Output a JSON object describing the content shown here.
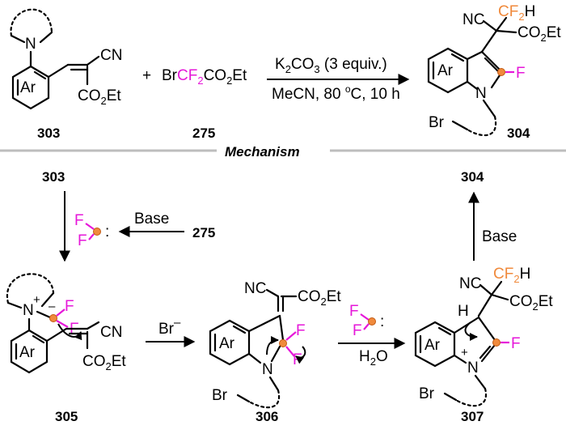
{
  "top_reaction": {
    "compounds": {
      "start": "303",
      "reagent": "275",
      "product": "304"
    },
    "plus": "+",
    "reagent_formula": {
      "br": "Br",
      "cf2": "CF",
      "cf2_sub": "2",
      "co2": "CO",
      "co2_sub": "2",
      "et": "Et"
    },
    "condition_line1": {
      "k": "K",
      "k_sub": "2",
      "co": "CO",
      "co_sub": "3",
      "rest": " (3 equiv.)"
    },
    "condition_line2": {
      "a": "MeCN, 80 ",
      "deg": "o",
      "b": "C, 10 h"
    }
  },
  "section_title": "Mechanism",
  "mechanism": {
    "labels": {
      "c303": "303",
      "c275": "275",
      "c304": "304",
      "c305": "305",
      "c306": "306",
      "c307": "307"
    },
    "base_label_1": "Base",
    "base_label_2": "Base",
    "bromide": {
      "text": "Br",
      "charge": "–"
    },
    "water": {
      "h": "H",
      "sub": "2",
      "o": "O"
    }
  },
  "atoms": {
    "N": "N",
    "Ar": "Ar",
    "F": "F",
    "H": "H",
    "Br": "Br",
    "CN": "CN",
    "NC": "NC",
    "CO2Et": {
      "co": "CO",
      "sub": "2",
      "et": "Et"
    },
    "CF2H": {
      "cf": "CF",
      "sub": "2",
      "h": "H"
    },
    "plus": "+",
    "minus": "–",
    "lone_pair": ":"
  },
  "colors": {
    "fluorine": "#e617d9",
    "carbene_carbon": "#f08a3c",
    "divider": "#bdbdbd",
    "line": "#000000"
  }
}
